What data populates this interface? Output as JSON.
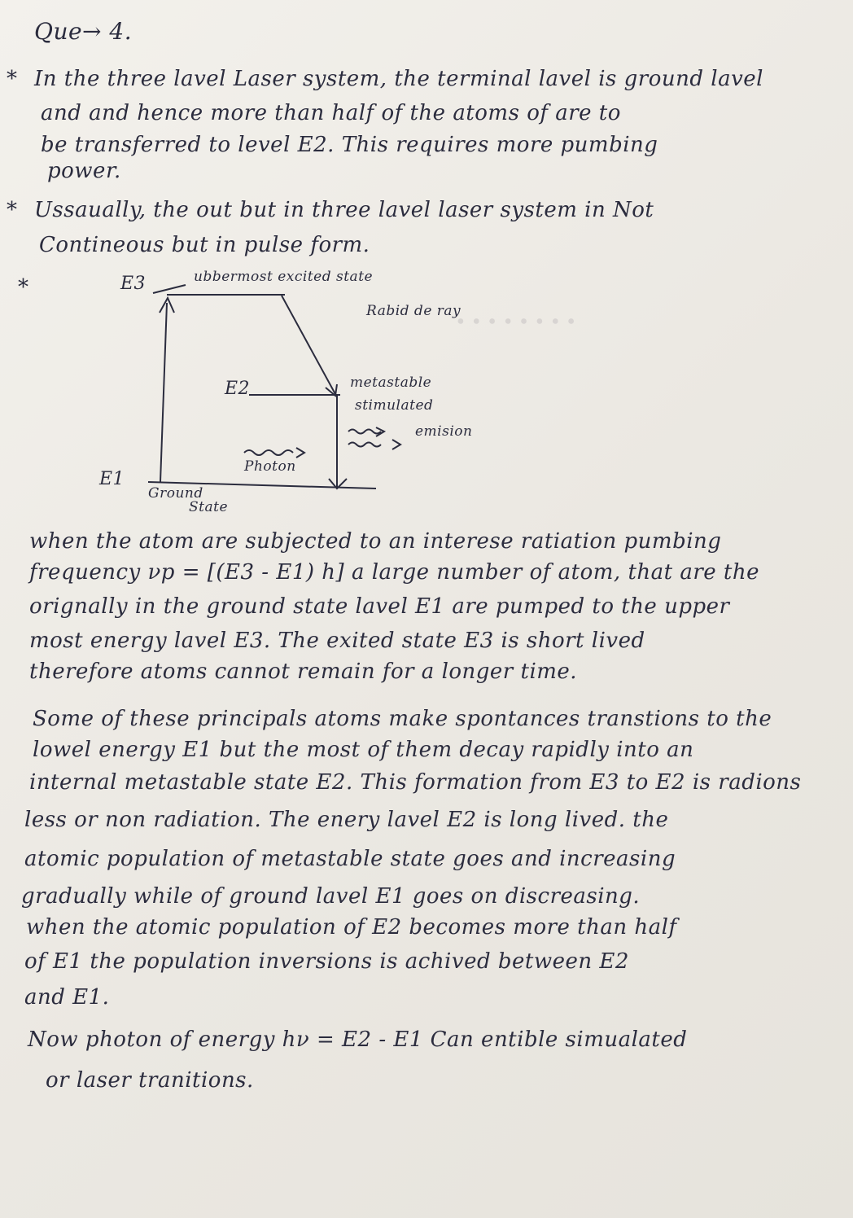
{
  "heading": "Que→ 4.",
  "bullet_symbol": "*",
  "para1": [
    "In the three lavel Laser system, the terminal lavel is ground lavel",
    "and and hence more than half of the atoms of are to",
    "be transferred to level E2. This requires more pumbing",
    "power."
  ],
  "para2": [
    "Ussaually, the out but in three lavel laser system in Not",
    "Contineous but in pulse form."
  ],
  "diagram": {
    "level_E3": "E3",
    "level_E2": "E2",
    "level_E1": "E1",
    "uppermost_label": "ubbermost excited state",
    "rapid_decay_label": "Rabid de ray",
    "metastable_label": "metastable",
    "stimulated_label": "stimulated",
    "emission_label": "emision",
    "photon_label": "Photon",
    "ground_label_1": "Ground",
    "ground_label_2": "State"
  },
  "para3": [
    "when the atom are subjected to an interese ratiation pumbing",
    "frequency νp = [(E3 - E1) h] a large number of atom, that are the",
    "orignally in the ground state lavel E1 are pumped to the upper",
    "most energy lavel E3. The exited state E3 is short lived",
    "therefore atoms cannot remain for a longer time."
  ],
  "para4": [
    "Some of these principals atoms make spontances transtions to the",
    "lowel energy E1 but the most of them decay rapidly into an",
    "internal metastable state E2. This formation from E3 to E2 is radions",
    "less or non radiation. The enery lavel E2 is long lived. the",
    "atomic population of metastable state goes and increasing",
    "gradually while of ground lavel E1 goes on discreasing.",
    "when the atomic population of E2 becomes more than half",
    "of E1 the population inversions is achived between E2",
    "and E1."
  ],
  "para5": [
    "Now photon of energy hν = E2 - E1  Can entible simualated",
    "or laser tranitions."
  ]
}
